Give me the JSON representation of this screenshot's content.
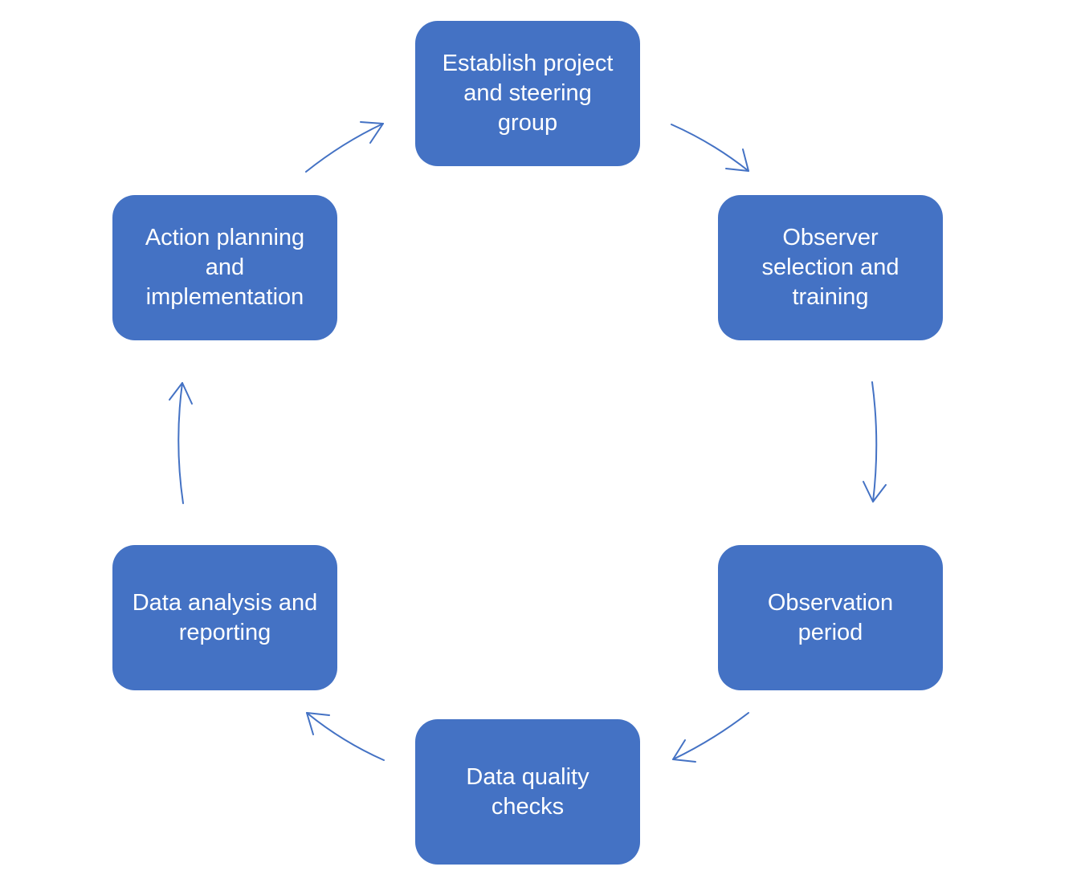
{
  "diagram": {
    "type": "cycle",
    "colors": {
      "node_fill": "#4472C4",
      "node_text": "#FFFFFF",
      "arrow": "#4472C4",
      "background": "#FFFFFF"
    },
    "nodes": [
      {
        "id": "n1",
        "lines": [
          "Establish project",
          "and steering",
          "group"
        ]
      },
      {
        "id": "n2",
        "lines": [
          "Observer",
          "selection and",
          "training"
        ]
      },
      {
        "id": "n3",
        "lines": [
          "Observation",
          "period"
        ]
      },
      {
        "id": "n4",
        "lines": [
          "Data quality",
          "checks"
        ]
      },
      {
        "id": "n5",
        "lines": [
          "Data analysis and",
          "reporting"
        ]
      },
      {
        "id": "n6",
        "lines": [
          "Action planning",
          "and",
          "implementation"
        ]
      }
    ],
    "edges": [
      {
        "from": "n1",
        "to": "n2"
      },
      {
        "from": "n2",
        "to": "n3"
      },
      {
        "from": "n3",
        "to": "n4"
      },
      {
        "from": "n4",
        "to": "n5"
      },
      {
        "from": "n5",
        "to": "n6"
      },
      {
        "from": "n6",
        "to": "n1"
      }
    ]
  }
}
